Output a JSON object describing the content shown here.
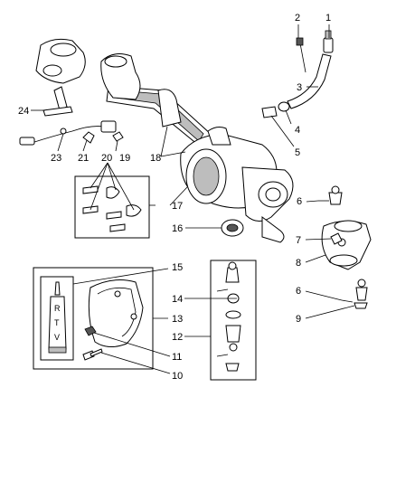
{
  "callouts": {
    "c1": "1",
    "c2": "2",
    "c3": "3",
    "c4": "4",
    "c5": "5",
    "c6a": "6",
    "c6b": "6",
    "c7": "7",
    "c8": "8",
    "c9": "9",
    "c10": "10",
    "c11": "11",
    "c12": "12",
    "c13": "13",
    "c14": "14",
    "c15": "15",
    "c16": "16",
    "c17": "17",
    "c18": "18",
    "c19": "19",
    "c20": "20",
    "c21": "21",
    "c23": "23",
    "c24": "24"
  },
  "tube_text": {
    "r": "R",
    "t": "T",
    "v": "V"
  }
}
